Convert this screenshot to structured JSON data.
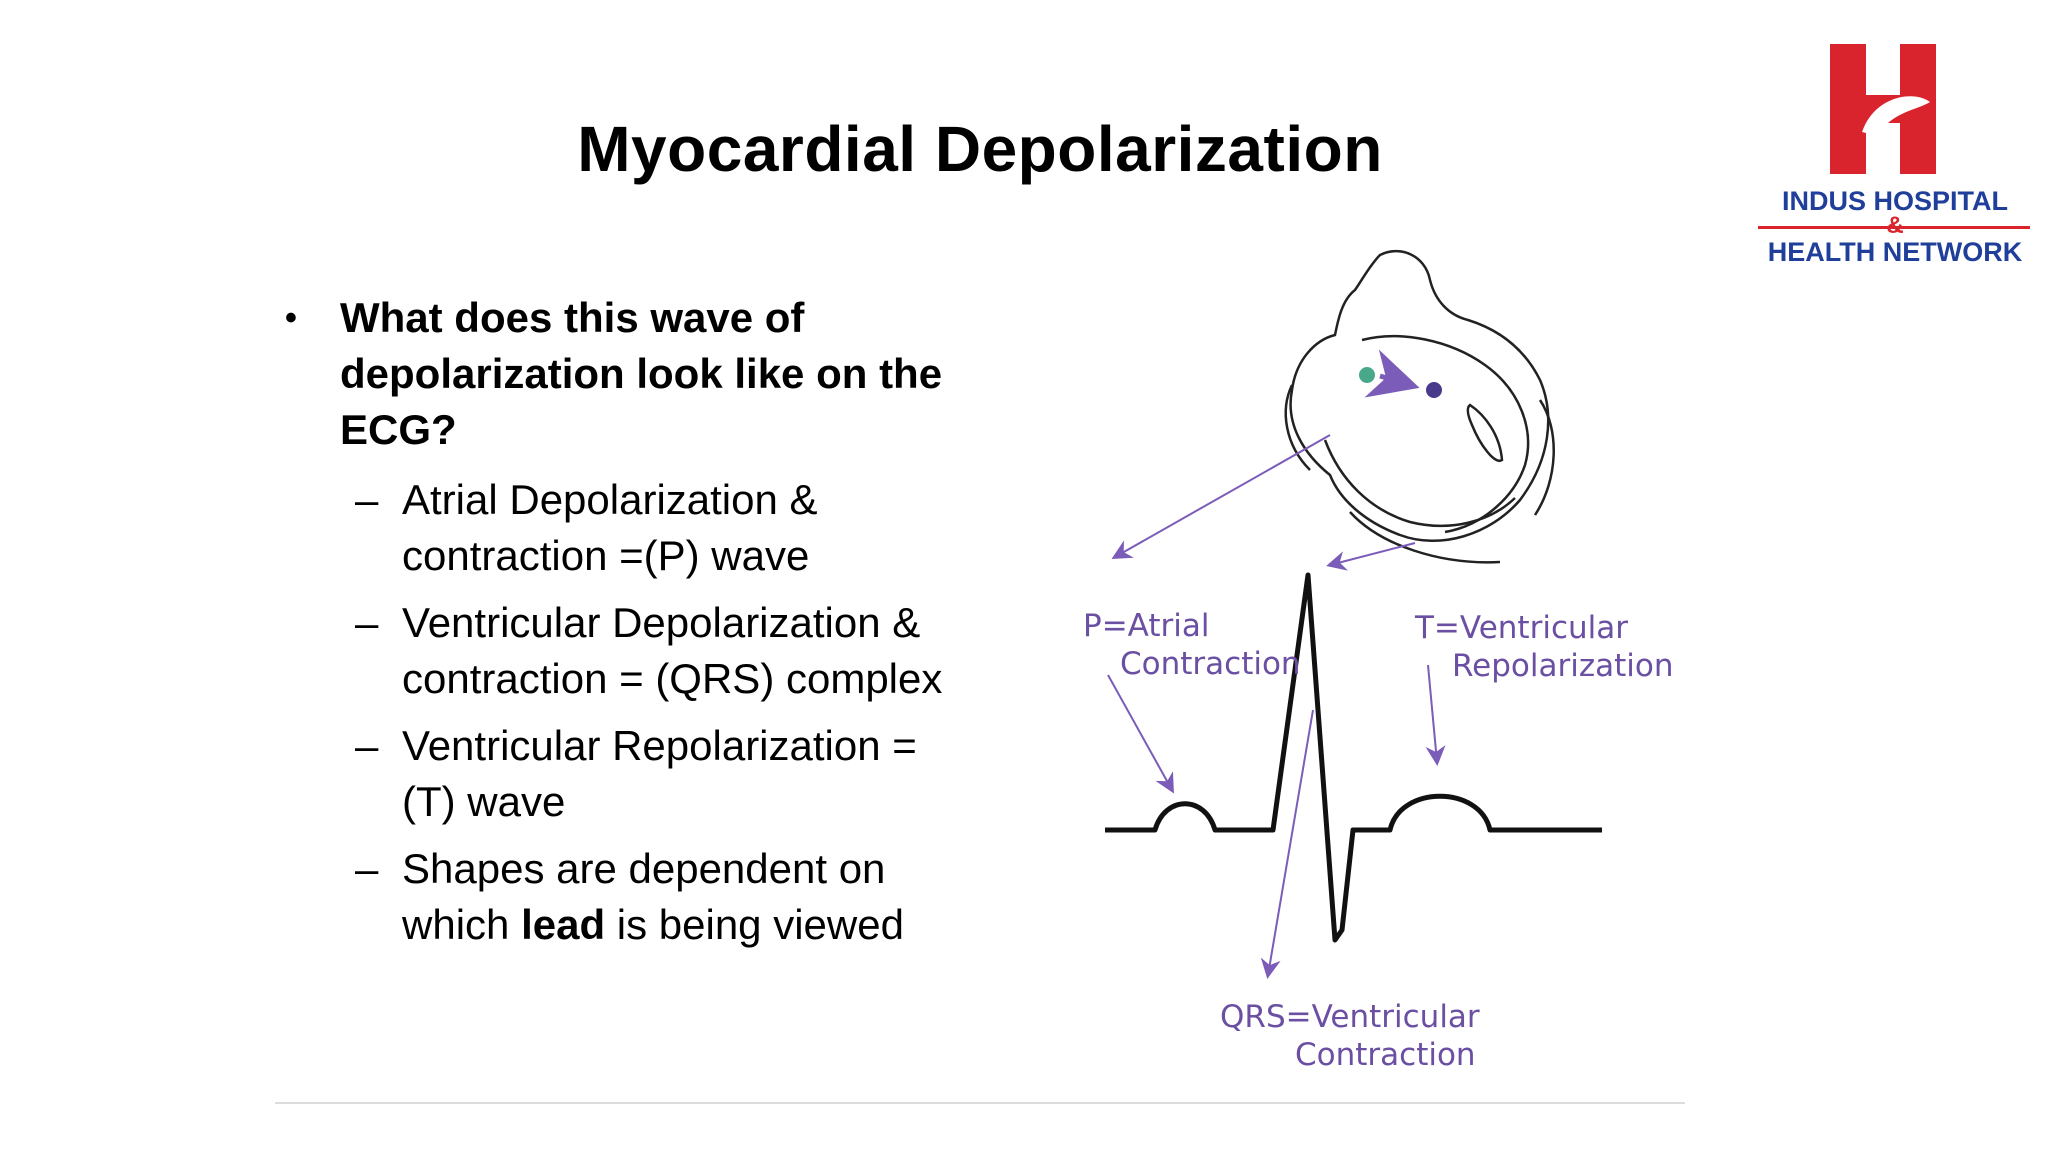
{
  "slide": {
    "title": "Myocardial Depolarization",
    "bullet_marker": "•",
    "dash_marker": "–",
    "question_lines": [
      "What does this wave of",
      "depolarization look like on the",
      "ECG?"
    ],
    "sub_items": [
      {
        "lines": [
          "Atrial Depolarization &",
          "contraction =(P) wave"
        ]
      },
      {
        "lines": [
          "Ventricular Depolarization &",
          "contraction = (QRS) complex"
        ]
      },
      {
        "lines": [
          "Ventricular Repolarization =",
          "(T) wave"
        ]
      },
      {
        "line1": "Shapes are dependent on",
        "line2_pre": "which ",
        "line2_bold": "lead",
        "line2_post": " is being viewed"
      }
    ]
  },
  "logo": {
    "line1": "INDUS HOSPITAL",
    "amp": "&",
    "line2": "HEALTH NETWORK",
    "colors": {
      "red": "#d9232d",
      "blue": "#1f3f9a"
    }
  },
  "diagram": {
    "labels": {
      "p": [
        "P=Atrial",
        "Contraction"
      ],
      "t": [
        "T=Ventricular",
        "Repolarization"
      ],
      "qrs": [
        "QRS=Ventricular",
        "Contraction"
      ]
    },
    "arrow_color": "#7b5cb8",
    "start_node_color": "#4aa88a",
    "end_node_color": "#4a3a8c"
  }
}
